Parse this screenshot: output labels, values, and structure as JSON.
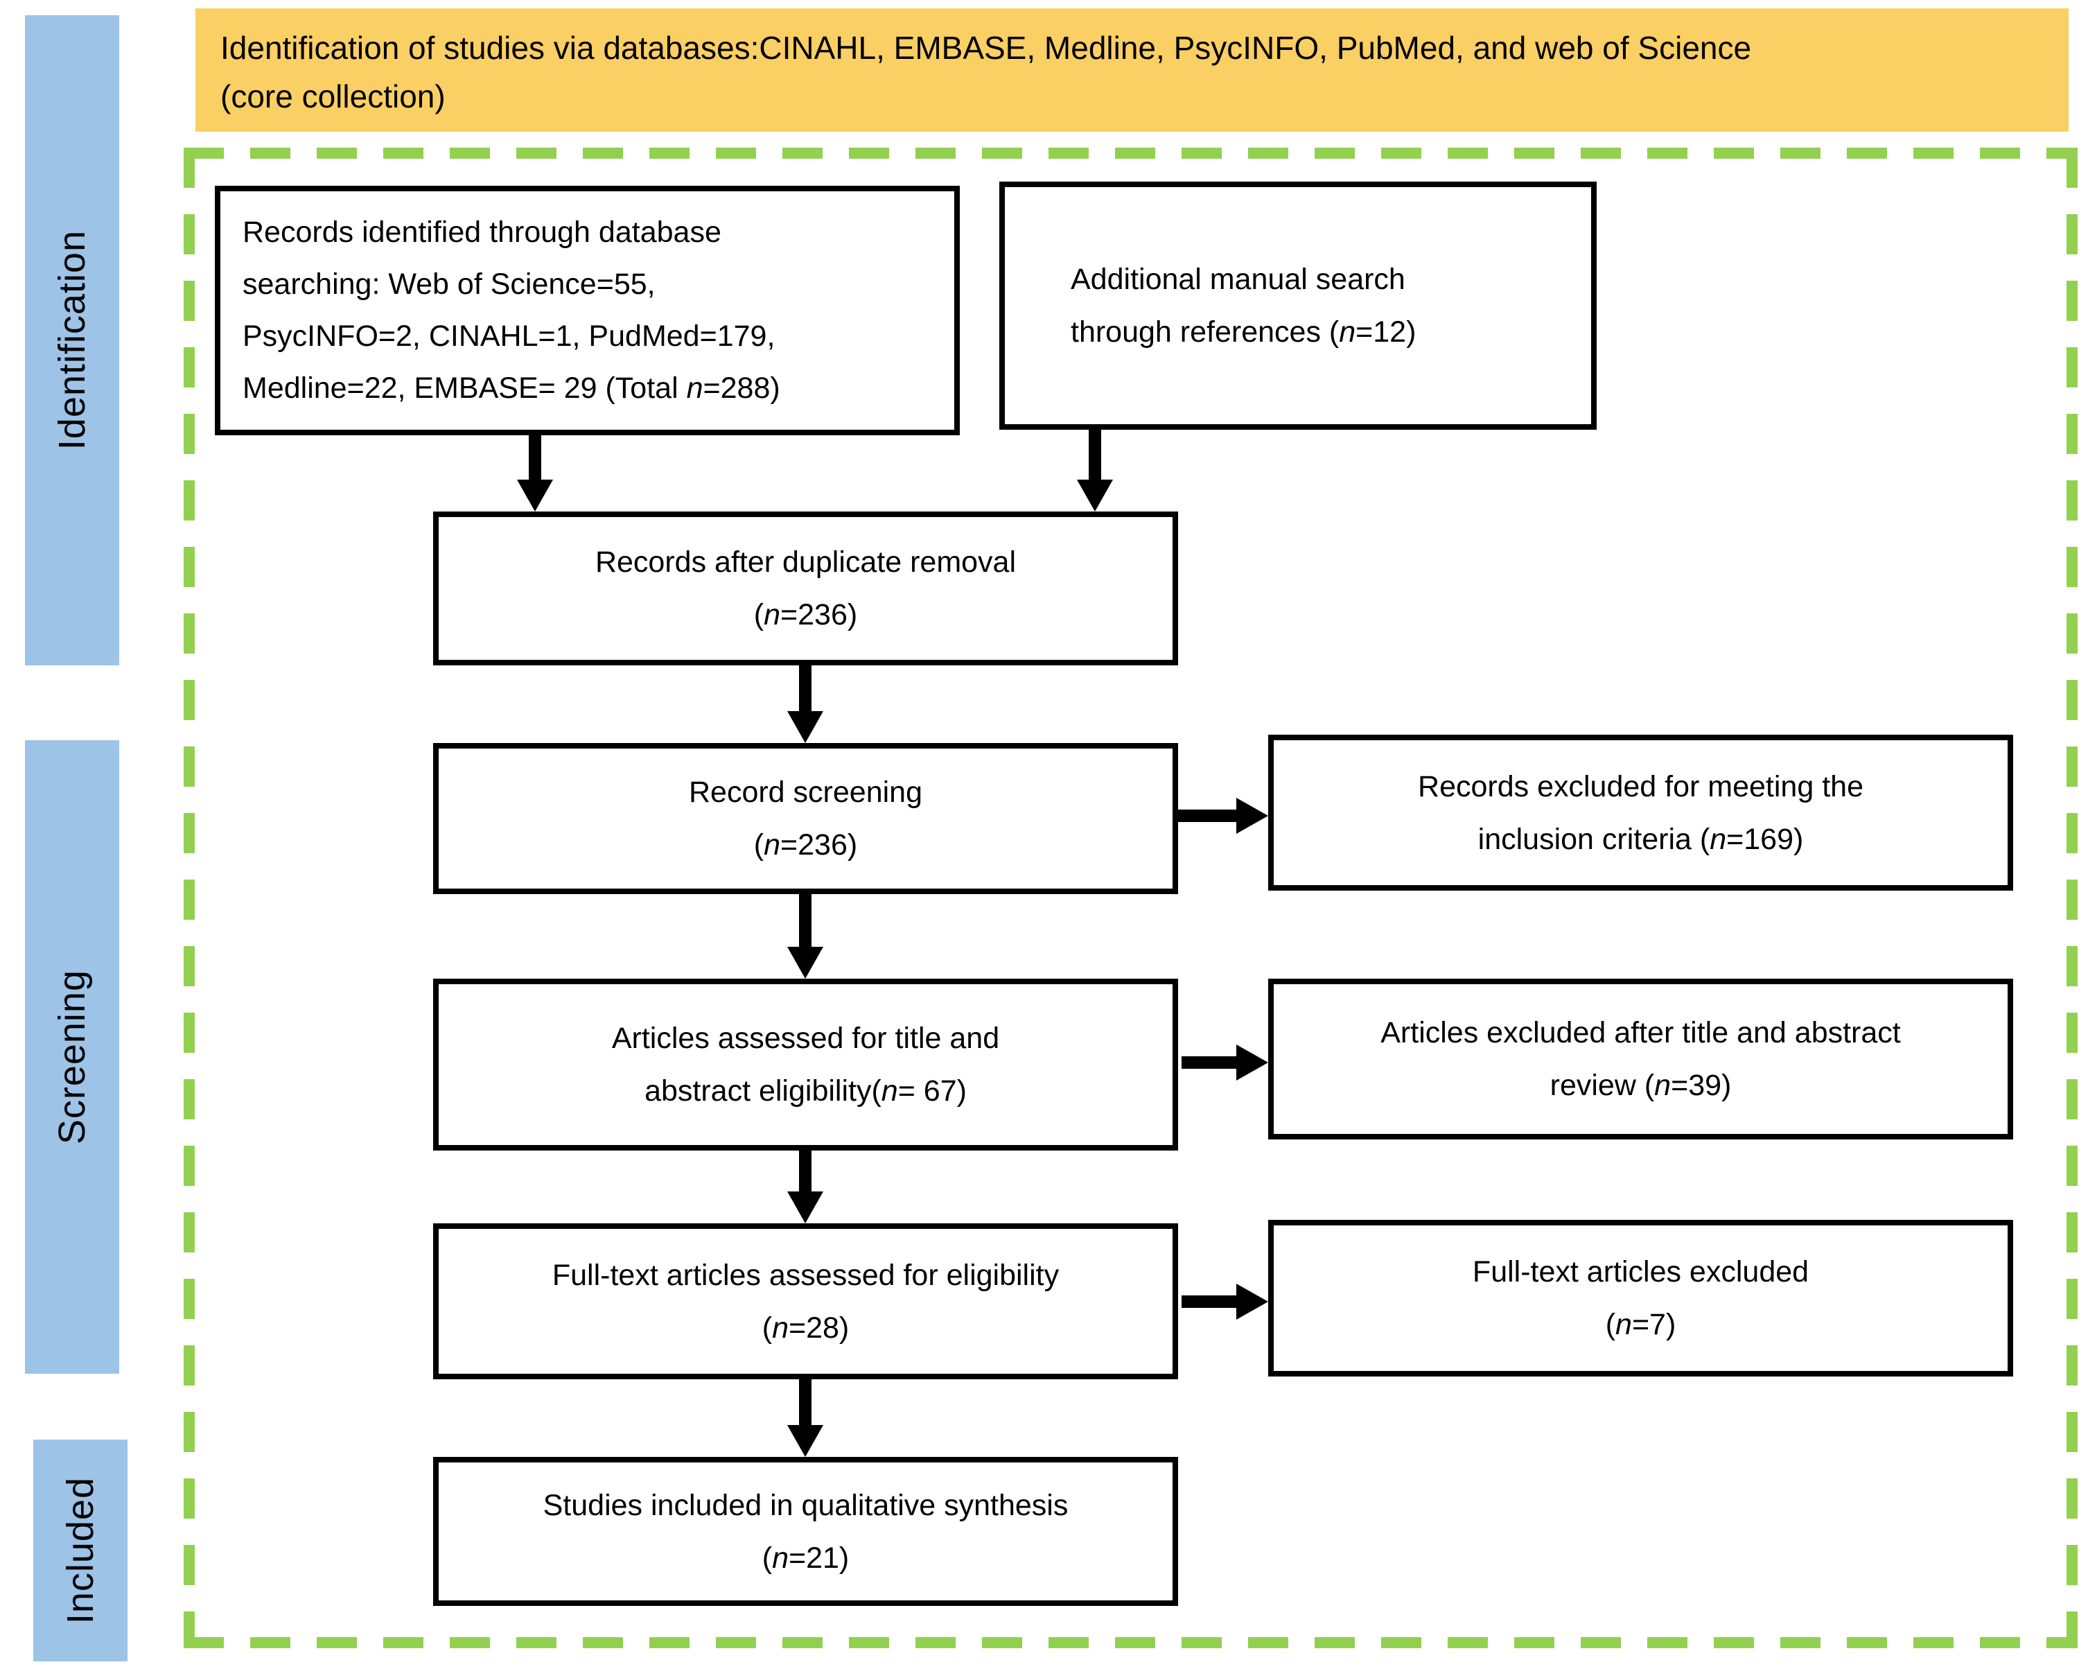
{
  "header": {
    "lines": [
      "Identification of studies via databases:CINAHL, EMBASE, Medline, PsycINFO, PubMed, and web of Science",
      "(core collection)"
    ]
  },
  "stages": {
    "identification": "Identification",
    "screening": "Screening",
    "included": "Included"
  },
  "boxes": {
    "records_identified": {
      "lines": [
        [
          {
            "t": "Records identified through database"
          }
        ],
        [
          {
            "t": "searching: Web of Science=55,"
          }
        ],
        [
          {
            "t": "PsycINFO=2, CINAHL=1, PudMed=179,"
          }
        ],
        [
          {
            "t": "Medline=22, EMBASE= 29 (Total "
          },
          {
            "t": "n",
            "i": true
          },
          {
            "t": "=288)"
          }
        ]
      ]
    },
    "manual_search": {
      "lines": [
        [
          {
            "t": "Additional manual search"
          }
        ],
        [
          {
            "t": "through references ("
          },
          {
            "t": "n",
            "i": true
          },
          {
            "t": "=12)"
          }
        ]
      ]
    },
    "duplicate_removal": {
      "lines": [
        [
          {
            "t": "Records after duplicate removal"
          }
        ],
        [
          {
            "t": "("
          },
          {
            "t": "n",
            "i": true
          },
          {
            "t": "=236)"
          }
        ]
      ]
    },
    "record_screening": {
      "lines": [
        [
          {
            "t": "Record screening"
          }
        ],
        [
          {
            "t": "("
          },
          {
            "t": "n",
            "i": true
          },
          {
            "t": "=236)"
          }
        ]
      ]
    },
    "records_excluded": {
      "lines": [
        [
          {
            "t": "Records excluded for meeting the"
          }
        ],
        [
          {
            "t": "inclusion criteria ("
          },
          {
            "t": "n",
            "i": true
          },
          {
            "t": "=169)"
          }
        ]
      ]
    },
    "title_abstract": {
      "lines": [
        [
          {
            "t": "Articles assessed for title and"
          }
        ],
        [
          {
            "t": "abstract eligibility("
          },
          {
            "t": "n",
            "i": true
          },
          {
            "t": "= 67)"
          }
        ]
      ]
    },
    "articles_excluded": {
      "lines": [
        [
          {
            "t": "Articles excluded after title and abstract"
          }
        ],
        [
          {
            "t": "review ("
          },
          {
            "t": "n",
            "i": true
          },
          {
            "t": "=39)"
          }
        ]
      ]
    },
    "fulltext_assessed": {
      "lines": [
        [
          {
            "t": "Full-text articles assessed for eligibility"
          }
        ],
        [
          {
            "t": "("
          },
          {
            "t": "n",
            "i": true
          },
          {
            "t": "=28)"
          }
        ]
      ]
    },
    "fulltext_excluded": {
      "lines": [
        [
          {
            "t": "Full-text articles excluded"
          }
        ],
        [
          {
            "t": "("
          },
          {
            "t": "n",
            "i": true
          },
          {
            "t": "=7)"
          }
        ]
      ]
    },
    "qualitative_synthesis": {
      "lines": [
        [
          {
            "t": "Studies included in qualitative synthesis"
          }
        ],
        [
          {
            "t": "("
          },
          {
            "t": "n",
            "i": true
          },
          {
            "t": "=21)"
          }
        ]
      ]
    }
  },
  "colors": {
    "header_bg": "#FACF63",
    "stage_bg": "#9DC3E6",
    "frame": "#92D050",
    "box_border": "#000000",
    "arrow": "#000000",
    "text": "#000000"
  }
}
